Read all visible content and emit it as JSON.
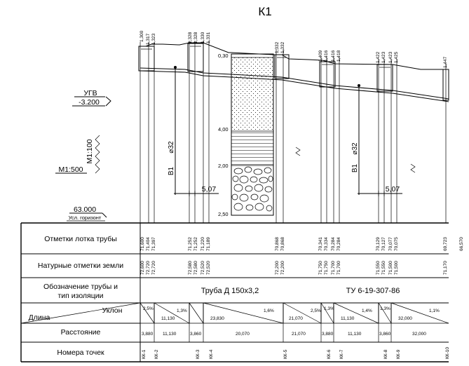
{
  "sheet_title": "К1",
  "left_notes": {
    "ugv_label": "УГВ",
    "ugv_value": "-3.200",
    "scale_vertical": "М1:100",
    "scale_horizontal": "М1:500",
    "datum_value": "63.000",
    "datum_label": "Усл. горизонт"
  },
  "row_labels": {
    "tray": "Отметки лотка трубы",
    "ground": "Натурные отметки земли",
    "pipe_line1": "Обозначение трубы и",
    "pipe_line2": "тип изоляции",
    "slope": "Уклон",
    "length": "Длина",
    "distance": "Расстояние",
    "points": "Номера точек"
  },
  "pipe_designation": "Труба Д 150х3,2",
  "pipe_spec": "ТУ 6-19-307-86",
  "depth_labels": [
    "1,300",
    "1,317",
    "1,323",
    "1,328",
    "1,328",
    "1,330",
    "1,331",
    "1,332",
    "1,332",
    "1,409",
    "1,416",
    "1,416",
    "1,418",
    "1,422",
    "1,423",
    "1,423",
    "1,425",
    "1,447"
  ],
  "tray_marks": [
    "71,600",
    "71,404",
    "71,397",
    "71,252",
    "71,252",
    "71,220",
    "71,189",
    "70,868",
    "70,868",
    "70,341",
    "70,334",
    "70,284",
    "70,284",
    "70,129",
    "70,127",
    "70,077",
    "70,075",
    "69,723",
    "66,570"
  ],
  "ground_marks": [
    "72,600",
    "72,720",
    "72,720",
    "72,580",
    "72,580",
    "72,520",
    "72,520",
    "72,200",
    "72,200",
    "71,750",
    "71,750",
    "71,700",
    "71,700",
    "71,550",
    "71,550",
    "71,500",
    "71,500",
    "71,170"
  ],
  "slopes": [
    "2,5%",
    "1,3%",
    "1,6%",
    "2,5%",
    "1,3%",
    "1,4%",
    "1,3%",
    "1,1%"
  ],
  "lengths": [
    "11,130",
    "23,830",
    "21,070",
    "11,130",
    "32,000"
  ],
  "distances": [
    "3,880",
    "11,130",
    "3,860",
    "20,070",
    "21,070",
    "3,880",
    "11,130",
    "3,860",
    "32,000"
  ],
  "point_labels": [
    "КК-1",
    "КК-2",
    "КК-3",
    "КК-4",
    "КК-5",
    "КК-6",
    "КК-7",
    "КК-8",
    "КК-9",
    "КК-10"
  ],
  "soil_depths": [
    "0,30",
    "4,00",
    "2,00",
    "2,50"
  ],
  "pipe_labels": [
    "В1",
    "⌀32",
    "В1",
    "⌀32"
  ],
  "dimension_labels": [
    "5,07",
    "5,07"
  ]
}
